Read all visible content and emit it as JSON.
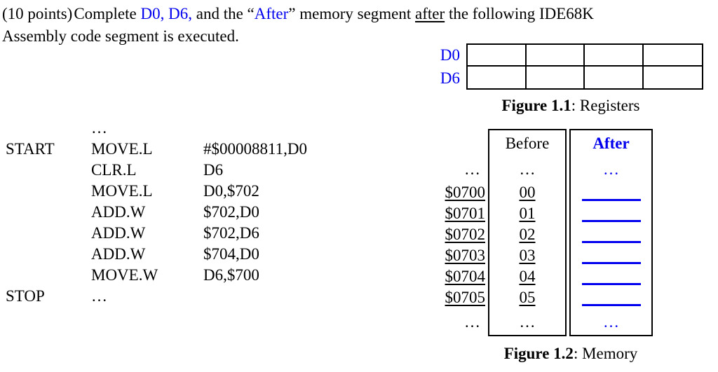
{
  "colors": {
    "blue": "#0000EE",
    "ink": "#000000"
  },
  "title": {
    "line1": {
      "points": "(10 points)",
      "lead": "Complete ",
      "registers_blue": "D0, D6,",
      "mid1": " and the “",
      "after_blue": "After",
      "mid2": "” memory segment ",
      "after_underlined": "after",
      "tail": " the following IDE68K"
    },
    "line2": "Assembly code segment is executed."
  },
  "registers_figure": {
    "row_labels": [
      "D0",
      "D6"
    ],
    "columns": 4,
    "caption_bold": "Figure 1.1",
    "caption_rest": ": Registers"
  },
  "code": {
    "lines": [
      {
        "label": "",
        "mnemonic": "…",
        "operand": ""
      },
      {
        "label": "START",
        "mnemonic": "MOVE.L",
        "operand": "#$00008811,D0"
      },
      {
        "label": "",
        "mnemonic": "CLR.L",
        "operand": "D6"
      },
      {
        "label": "",
        "mnemonic": "MOVE.L",
        "operand": "D0,$702"
      },
      {
        "label": "",
        "mnemonic": "ADD.W",
        "operand": "$702,D0"
      },
      {
        "label": "",
        "mnemonic": "ADD.W",
        "operand": "$702,D6"
      },
      {
        "label": "",
        "mnemonic": "ADD.W",
        "operand": "$704,D0"
      },
      {
        "label": "",
        "mnemonic": "MOVE.W",
        "operand": "D6,$700"
      },
      {
        "label": "STOP",
        "mnemonic": "…",
        "operand": ""
      }
    ]
  },
  "memory_figure": {
    "ellipsis": "…",
    "addresses": [
      "$0700",
      "$0701",
      "$0702",
      "$0703",
      "$0704",
      "$0705"
    ],
    "before": {
      "header": "Before",
      "values": [
        "00",
        "01",
        "02",
        "03",
        "04",
        "05"
      ]
    },
    "after": {
      "header": "After",
      "blank_lines": 6
    },
    "caption_bold": "Figure 1.2",
    "caption_rest": ": Memory"
  }
}
